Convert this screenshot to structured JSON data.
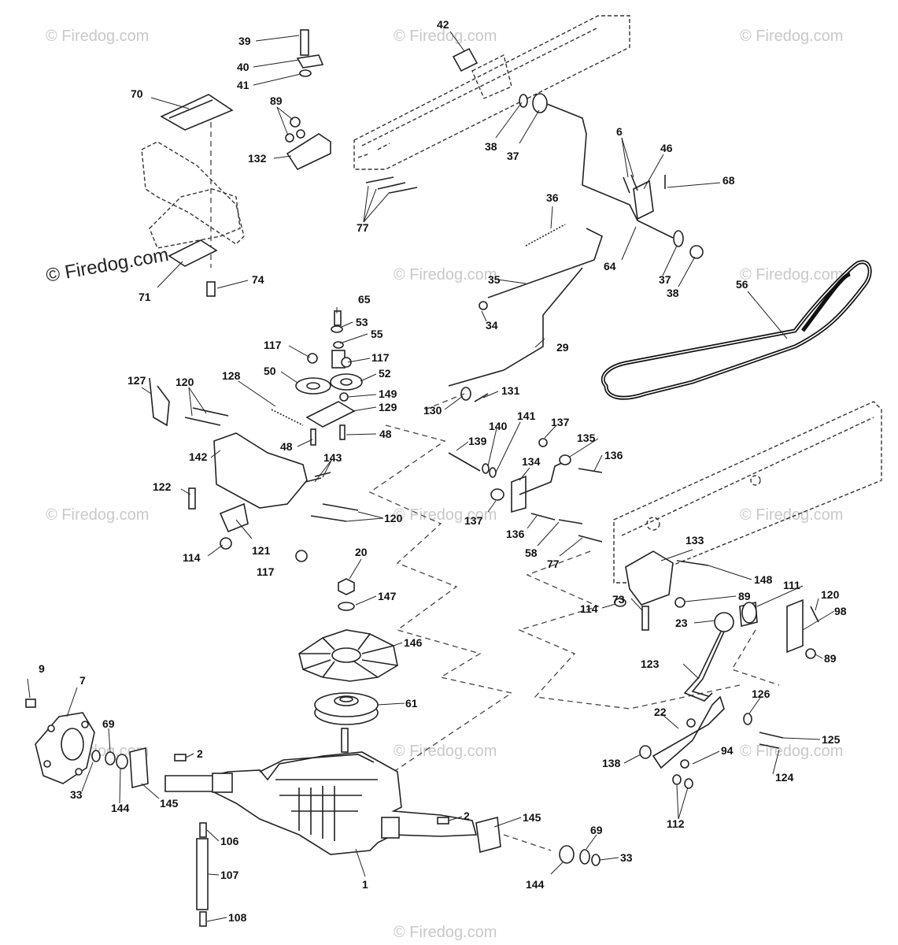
{
  "watermarks": [
    "© Firedog.com",
    "© Firedog.com",
    "© Firedog.com",
    "© Firedog.com",
    "© Firedog.com",
    "© Firedog.com",
    "© Firedog.com",
    "© Firedog.com",
    "© Firedog.com",
    "© Firedog.com",
    "© Firedog.com",
    "© Firedog.com"
  ],
  "watermark_main": "© Firedog.com",
  "callouts": {
    "c39": "39",
    "c40": "40",
    "c41": "41",
    "c42": "42",
    "c70": "70",
    "c89a": "89",
    "c132": "132",
    "c77a": "77",
    "c38a": "38",
    "c37a": "37",
    "c6": "6",
    "c46": "46",
    "c68": "68",
    "c36": "36",
    "c64": "64",
    "c37b": "37",
    "c38b": "38",
    "c56": "56",
    "c35": "35",
    "c34": "34",
    "c71": "71",
    "c74": "74",
    "c65": "65",
    "c53": "53",
    "c55": "55",
    "c117a": "117",
    "c117b": "117",
    "c50": "50",
    "c52": "52",
    "c149": "149",
    "c129": "129",
    "c128": "128",
    "c127": "127",
    "c120a": "120",
    "c48a": "48",
    "c48b": "48",
    "c29": "29",
    "c130": "130",
    "c131": "131",
    "c141": "141",
    "c137a": "137",
    "c140": "140",
    "c139": "139",
    "c135": "135",
    "c136a": "136",
    "c134": "134",
    "c142": "142",
    "c143": "143",
    "c122": "122",
    "c120b": "120",
    "c137b": "137",
    "c136b": "136",
    "c58": "58",
    "c77b": "77",
    "c114a": "114",
    "c121": "121",
    "c117c": "117",
    "c20": "20",
    "c147": "147",
    "c133": "133",
    "c148": "148",
    "c89b": "89",
    "c111": "111",
    "c120c": "120",
    "c114b": "114",
    "c73": "73",
    "c23": "23",
    "c98": "98",
    "c89c": "89",
    "c146": "146",
    "c123": "123",
    "c9": "9",
    "c7": "7",
    "c61": "61",
    "c126": "126",
    "c22": "22",
    "c125": "125",
    "c69a": "69",
    "c2a": "2",
    "c94": "94",
    "c138": "138",
    "c124": "124",
    "c33a": "33",
    "c144a": "144",
    "c145a": "145",
    "c2b": "2",
    "c145b": "145",
    "c112": "112",
    "c69b": "69",
    "c33b": "33",
    "c106": "106",
    "c107": "107",
    "c1": "1",
    "c144b": "144",
    "c108": "108"
  }
}
